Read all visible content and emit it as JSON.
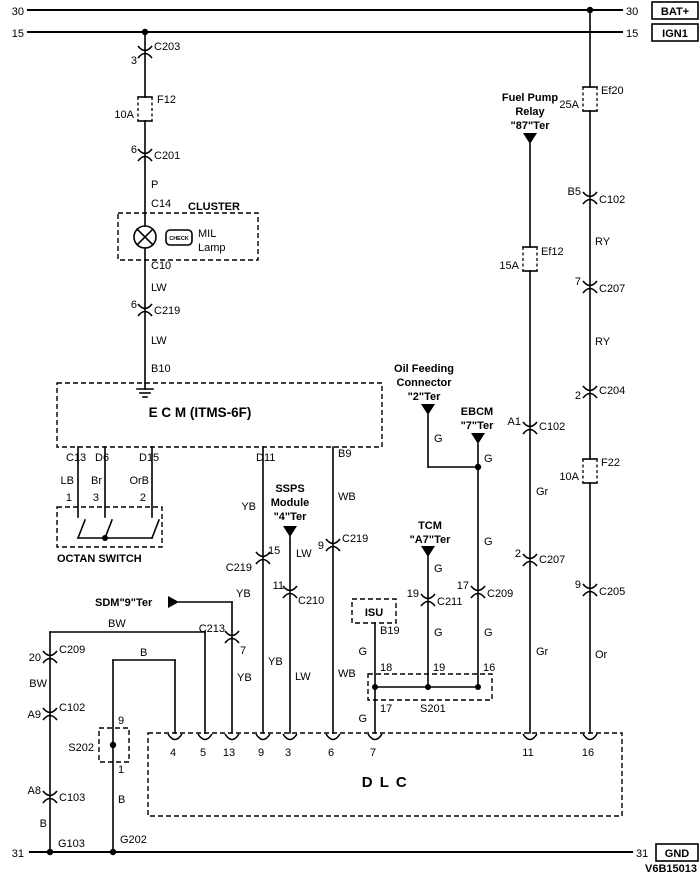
{
  "power_rails": {
    "bat": {
      "num_left": "30",
      "num_right": "30",
      "label": "BAT+"
    },
    "ign": {
      "num_left": "15",
      "num_right": "15",
      "label": "IGN1"
    },
    "gnd": {
      "num_left": "31",
      "num_right": "31",
      "label": "GND"
    }
  },
  "doc_code": "V6B15013",
  "ign_branch": {
    "c203_pin": "3",
    "c203": "C203",
    "f12": "F12",
    "f12_rating": "10A",
    "c201_pin": "6",
    "c201": "C201",
    "wire_p": "P",
    "c14": "C14",
    "cluster_title": "CLUSTER",
    "check_label": "CHECK",
    "mil1": "MIL",
    "mil2": "Lamp",
    "c10": "C10",
    "wire_lw_1": "LW",
    "c219_pin": "6",
    "c219": "C219",
    "wire_lw_2": "LW",
    "b10": "B10"
  },
  "ecm": {
    "title": "E C M  (ITMS-6F)",
    "pin_c13": "C13",
    "pin_d6": "D6",
    "pin_d15": "D15",
    "pin_d11": "D11",
    "pin_b9": "B9"
  },
  "octan_switch": {
    "title": "OCTAN SWITCH",
    "wire_lb": "LB",
    "wire_br": "Br",
    "wire_orb": "OrB",
    "pin1": "1",
    "pin3": "3",
    "pin2": "2"
  },
  "d11_line": {
    "wire_yb_up": "YB",
    "c219_pin": "15",
    "c219": "C219",
    "wire_yb_dn": "YB"
  },
  "ssps": {
    "l1": "SSPS",
    "l2": "Module",
    "l3": "\"4\"Ter",
    "wire_lw_up": "LW",
    "c210_pin": "11",
    "c210": "C210",
    "wire_lw_dn": "LW"
  },
  "b9_line": {
    "wire_wb_up": "WB",
    "c219_pin": "9",
    "c219": "C219",
    "wire_wb_dn": "WB"
  },
  "sdm": {
    "title": "SDM\"9\"Ter",
    "wire_yb": "YB",
    "c213": "C213",
    "c213_pin": "7",
    "wire_yb_dn": "YB"
  },
  "left_ground": {
    "wire_bw": "BW",
    "c209_pin": "20",
    "c209": "C209",
    "wire_bw_dn": "BW",
    "c102_pin": "A9",
    "c102": "C102",
    "c103_pin": "A8",
    "c103": "C103",
    "wire_b": "B",
    "g103": "G103"
  },
  "s202_branch": {
    "wire_b": "B",
    "pin_top": "9",
    "label": "S202",
    "pin_bottom": "1",
    "wire_b_dn": "B",
    "g202": "G202"
  },
  "isu": {
    "title": "ISU",
    "pin": "B19",
    "wire_g_up": "G",
    "wire_g_dn": "G"
  },
  "s201": {
    "label": "S201",
    "pin_18": "18",
    "pin_19": "19",
    "pin_16": "16",
    "pin_17": "17"
  },
  "tcm": {
    "l1": "TCM",
    "l2": "\"A7\"Ter",
    "wire_g_up": "G",
    "c211_pin": "19",
    "c211": "C211",
    "wire_g_dn": "G"
  },
  "oil_feeding": {
    "l1": "Oil Feeding",
    "l2": "Connector",
    "l3": "\"2\"Ter",
    "wire_g": "G"
  },
  "ebcm": {
    "l1": "EBCM",
    "l2": "\"7\"Ter",
    "wire_g_1": "G",
    "wire_g_2": "G",
    "c209_pin": "17",
    "c209": "C209",
    "wire_g_3": "G"
  },
  "fuel_pump": {
    "l1": "Fuel Pump",
    "l2": "Relay",
    "l3": "\"87\"Ter",
    "ef12": "Ef12",
    "ef12_rating": "15A",
    "c102_pin": "A1",
    "c102": "C102",
    "wire_gr_1": "Gr",
    "c207_pin": "2",
    "c207": "C207",
    "wire_gr_2": "Gr"
  },
  "bat_branch": {
    "ef20": "Ef20",
    "ef20_rating": "25A",
    "c102_pin": "B5",
    "c102": "C102",
    "wire_ry_1": "RY",
    "c207_pin": "7",
    "c207": "C207",
    "wire_ry_2": "RY",
    "c204_pin": "2",
    "c204": "C204",
    "f22": "F22",
    "f22_rating": "10A",
    "c205_pin": "9",
    "c205": "C205",
    "wire_or": "Or"
  },
  "dlc": {
    "title": "D L C",
    "pins": [
      "4",
      "5",
      "13",
      "9",
      "3",
      "6",
      "7",
      "11",
      "16"
    ]
  }
}
